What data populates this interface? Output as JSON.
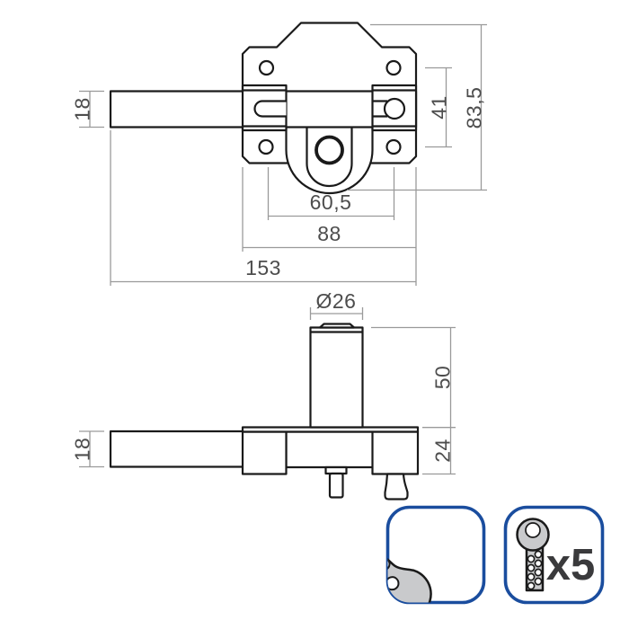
{
  "drawing": {
    "type": "technical-drawing-lock-bolt",
    "views": {
      "front": {
        "dims": {
          "bolt_height": "18",
          "hole_spacing_vertical": "41",
          "total_height": "83,5",
          "hole_spacing_horizontal": "60,5",
          "plate_width": "88",
          "total_length": "153"
        }
      },
      "side": {
        "dims": {
          "cylinder_diameter": "Ø26",
          "cylinder_height": "50",
          "body_depth": "24",
          "bolt_height": "18"
        }
      }
    },
    "colors": {
      "object_line": "#1a1a1a",
      "dimension_line": "#9a9a9a",
      "dimension_text": "#4d4d4d",
      "badge_border": "#1a4d9e",
      "key_fill": "#c9cacc",
      "count_text": "#3a3a3c"
    }
  },
  "badges": {
    "keys_included": {
      "label": "x5"
    }
  }
}
